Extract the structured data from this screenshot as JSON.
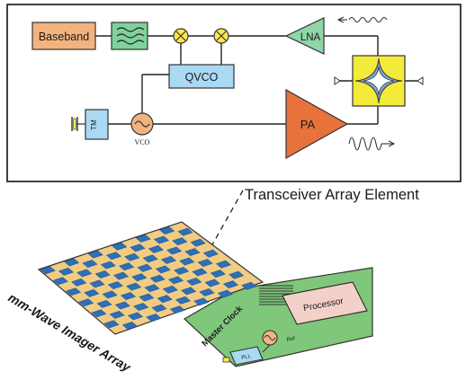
{
  "blocks": {
    "baseband": "Baseband",
    "qvco": "QVCO",
    "lna": "LNA",
    "pa": "PA",
    "tm": "TM",
    "vco": "VCO"
  },
  "caption": "Transceiver Array Element",
  "board": {
    "array_label": "mm-Wave Imager Array",
    "clock_label": "Master Clock",
    "processor": "Processor",
    "pll": "PLL",
    "ref": "Ref"
  },
  "colors": {
    "baseband": "#f3b37e",
    "filter": "#7fd39a",
    "mixer": "#ffe84d",
    "qvco": "#a9d9f3",
    "amp": "#e8723c",
    "lna": "#8fd6a6",
    "antenna_bg": "#f3ea3a",
    "antenna_shape": "#7fa9d9",
    "array_bg": "#f1cc83",
    "array_cell": "#2d6fb8",
    "board": "#7fc77a"
  }
}
